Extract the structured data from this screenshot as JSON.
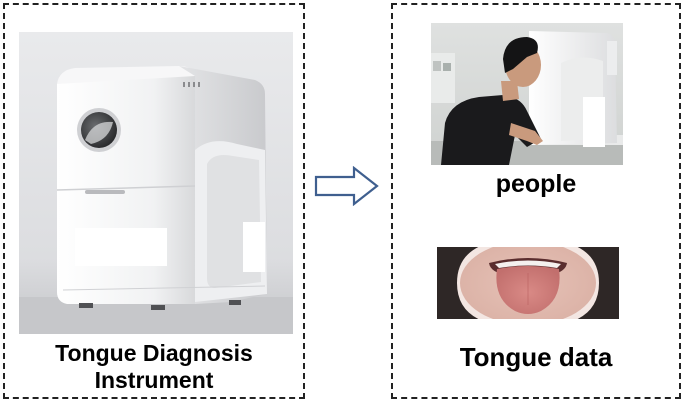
{
  "left_panel": {
    "label_line1": "Tongue Diagnosis",
    "label_line2": "Instrument"
  },
  "right_panel": {
    "people_label": "people",
    "tongue_label": "Tongue data"
  },
  "colors": {
    "arrow_outline": "#3f5f8f",
    "frame": "#222222"
  }
}
